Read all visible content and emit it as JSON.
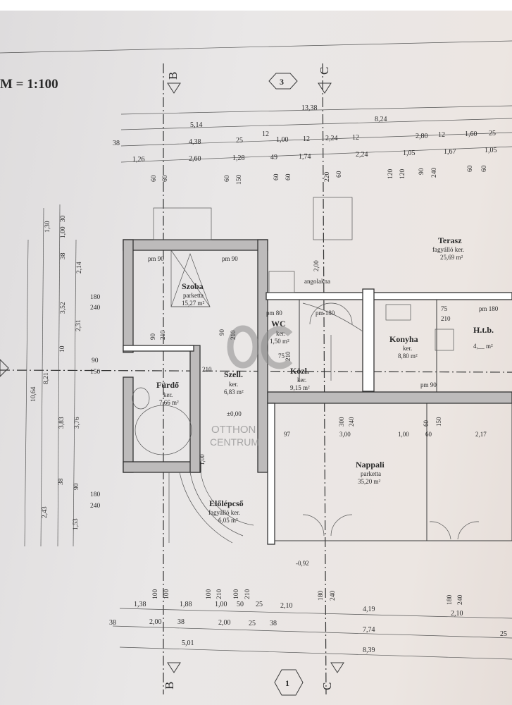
{
  "scale": "M = 1:100",
  "axes": {
    "b_top": "B",
    "b_bottom": "B",
    "c_top": "C",
    "c_bottom": "C",
    "section_top": "3",
    "section_bottom": "1"
  },
  "top_dims": {
    "row1": [
      "13,38"
    ],
    "row2": [
      "5,14",
      "8,24"
    ],
    "row3": [
      "38",
      "4,38",
      "25",
      "12",
      "1,00",
      "12",
      "2,24",
      "12",
      "2,80",
      "12",
      "1,60",
      "25"
    ],
    "row4": [
      "1,26",
      "2,60",
      "1,28",
      "49",
      "1,74",
      "2,24",
      "1,05",
      "1,67",
      "1,05"
    ],
    "openings": [
      "60",
      "60",
      "60",
      "150",
      "60",
      "60",
      "220",
      "60",
      "120",
      "120",
      "90",
      "240",
      "60",
      "60"
    ]
  },
  "bottom_dims": {
    "openings": [
      "100",
      "100",
      "100",
      "210",
      "100",
      "210",
      "180",
      "240",
      "180",
      "240"
    ],
    "row1": [
      "1,38",
      "1,88",
      "1,00",
      "50",
      "25",
      "2,10",
      "4,19",
      "2,10"
    ],
    "row2": [
      "38",
      "2,00",
      "38",
      "2,00",
      "25",
      "38",
      "7,74",
      "25"
    ],
    "row3": [
      "5,01",
      "8,39"
    ]
  },
  "left_dims": {
    "col1": [
      "10,64"
    ],
    "col2": [
      "1,30",
      "8,21",
      "2,43"
    ],
    "col3": [
      "38",
      "3,52",
      "10",
      "3,83",
      "38"
    ],
    "col4": [
      "30",
      "1,00",
      "2,14",
      "2,31",
      "3,76",
      "90",
      "1,53"
    ],
    "openings": [
      "180",
      "240",
      "90",
      "150",
      "180",
      "240"
    ]
  },
  "rooms": [
    {
      "name": "Szoba",
      "finish": "parketta",
      "area": "15,27 m²"
    },
    {
      "name": "WC",
      "finish": "ker.",
      "area": "1,50 m²"
    },
    {
      "name": "Fürdő",
      "finish": "ker.",
      "area": "7,66 m²"
    },
    {
      "name": "Szell.",
      "finish": "ker.",
      "area": "6,83 m²"
    },
    {
      "name": "Közl.",
      "finish": "ker.",
      "area": "9,15 m²"
    },
    {
      "name": "Konyha",
      "finish": "ker.",
      "area": "8,80 m²"
    },
    {
      "name": "H.t.b.",
      "finish": "ker.",
      "area": "4,__ m²"
    },
    {
      "name": "Terasz",
      "finish": "fagyálló ker.",
      "area": "25,69 m²"
    },
    {
      "name": "Nappali",
      "finish": "parketta",
      "area": "35,20 m²"
    },
    {
      "name": "Előlépcső",
      "finish": "fagyálló ker.",
      "area": "6,05 m²"
    }
  ],
  "annotations": {
    "pm90a": "pm 90",
    "pm90b": "pm 90",
    "pm80": "pm 80",
    "pm180a": "pm 180",
    "pm180b": "pm 180",
    "pm90c": "pm 90",
    "angolakna": "angolakna",
    "stair_h": "2,00",
    "level0": "±0,00",
    "level_out": "-0,92",
    "d210a": "210",
    "d90a": "90",
    "d210b": "210",
    "d90b": "90",
    "d210c": "210",
    "d210d": "210",
    "d75a": "75",
    "d75b": "75",
    "d210e": "210",
    "d97": "97",
    "d300": "300",
    "d240": "240",
    "d300b": "3,00",
    "d100b": "1,00",
    "d60": "60",
    "d217": "2,17",
    "d60v": "60",
    "d150v": "150",
    "d100v": "1,00"
  },
  "watermark": {
    "logo": "OC",
    "line1": "OTTHON",
    "line2": "CENTRUM"
  }
}
